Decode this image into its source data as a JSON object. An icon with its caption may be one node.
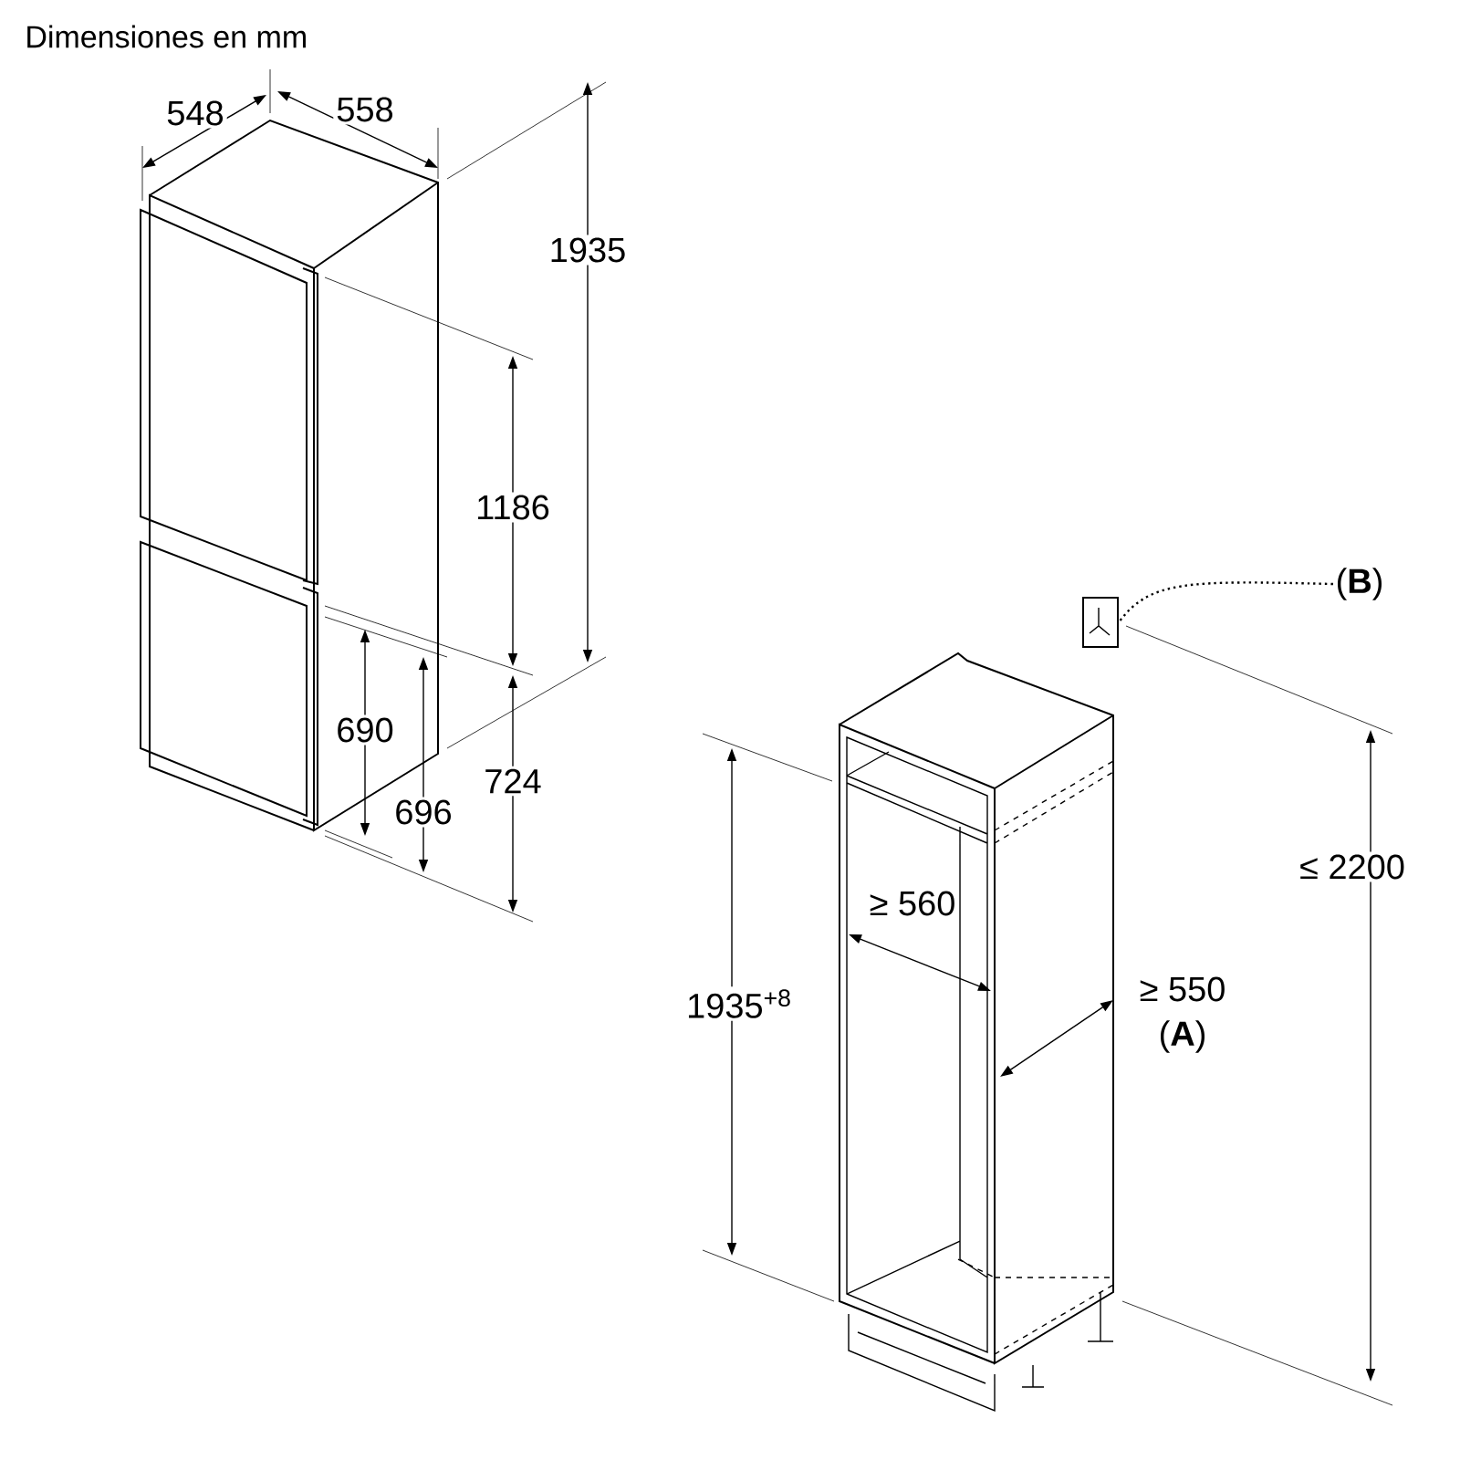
{
  "diagram": {
    "title": "Dimensiones en mm",
    "nodes": [
      {
        "text": [
          "(**B**)"
        ]
      },
      {
        "text": [],
        "shape": "picture"
      }
    ],
    "edges": [
      {
        "from": 0,
        "to": 1,
        "arrow": "none",
        "style": "dashed"
      }
    ],
    "labels": [
      "548",
      "558",
      "1935",
      "1186",
      "690",
      "696",
      "724",
      "1935$^{+8}$",
      "≥ 560",
      "≥ 550",
      "(**A**)",
      "≤ 2200"
    ]
  }
}
